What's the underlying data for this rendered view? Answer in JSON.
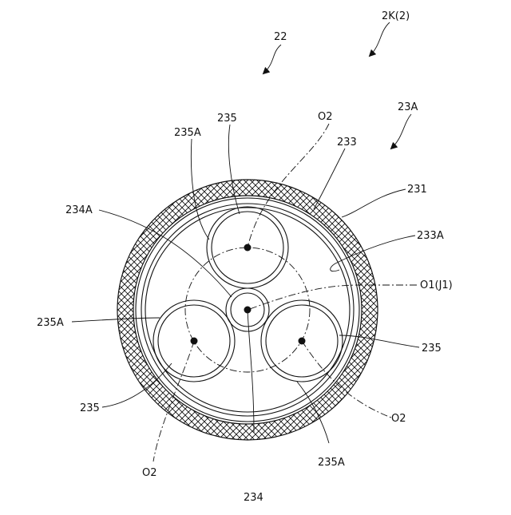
{
  "diagram": {
    "labels": {
      "fig_2k": "2K(2)",
      "fig_22": "22",
      "label_23a": "23A",
      "label_o2_top": "O2",
      "label_235_top": "235",
      "label_235a_top": "235A",
      "label_233": "233",
      "label_231": "231",
      "label_234a": "234A",
      "label_233a": "233A",
      "label_o1": "O1(J1)",
      "label_235a_left": "235A",
      "label_235_right": "235",
      "label_235_left": "235",
      "label_o2_right": "O2",
      "label_o2_bottom": "O2",
      "label_234": "234",
      "label_235a_bottom": "235A"
    }
  }
}
